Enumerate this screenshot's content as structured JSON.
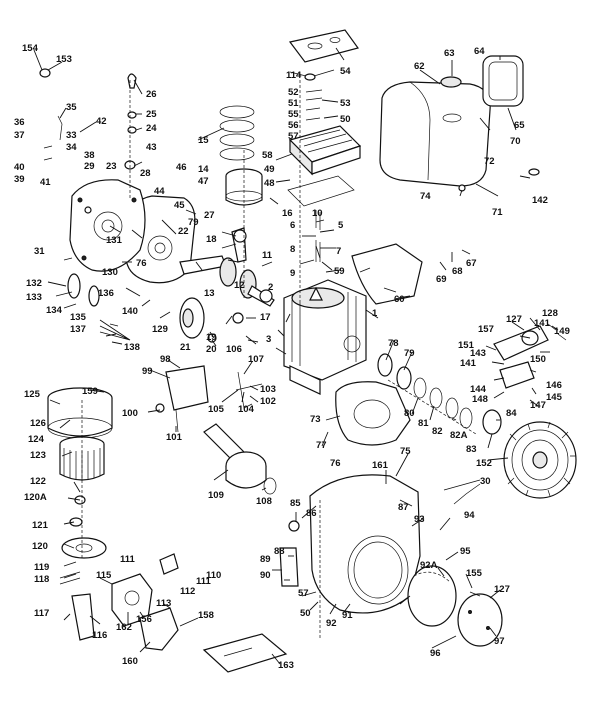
{
  "labels": [
    "154",
    "153",
    "35",
    "36",
    "37",
    "33",
    "34",
    "42",
    "38",
    "29",
    "40",
    "39",
    "41",
    "23",
    "26",
    "25",
    "24",
    "43",
    "28",
    "44",
    "46",
    "14",
    "47",
    "45",
    "27",
    "31",
    "79",
    "76",
    "22",
    "130",
    "131",
    "132",
    "133",
    "134",
    "135",
    "136",
    "137",
    "138",
    "140",
    "129",
    "13",
    "12",
    "11",
    "21",
    "20",
    "19",
    "17",
    "18",
    "106",
    "15",
    "16",
    "114",
    "52",
    "51",
    "55",
    "56",
    "57",
    "58",
    "53",
    "50",
    "49",
    "48",
    "10",
    "5",
    "6",
    "8",
    "9",
    "54",
    "2",
    "3",
    "7",
    "1",
    "59",
    "60",
    "62",
    "63",
    "64",
    "65",
    "70",
    "72",
    "74",
    "71",
    "142",
    "68",
    "67",
    "69",
    "128",
    "127",
    "141",
    "149",
    "151",
    "157",
    "143",
    "141",
    "150",
    "144",
    "145",
    "146",
    "147",
    "148",
    "84",
    "83",
    "152",
    "78",
    "79",
    "80",
    "81",
    "82",
    "82A",
    "73",
    "30",
    "75",
    "161",
    "87",
    "77",
    "76",
    "125",
    "159",
    "126",
    "124",
    "123",
    "122",
    "120A",
    "121",
    "120",
    "119",
    "118",
    "115",
    "117",
    "116",
    "162",
    "156",
    "113",
    "158",
    "160",
    "163",
    "98",
    "99",
    "100",
    "101",
    "105",
    "104",
    "103",
    "102",
    "107",
    "109",
    "108",
    "86",
    "85",
    "88",
    "89",
    "90",
    "57",
    "50",
    "92",
    "91",
    "93",
    "94",
    "95",
    "92A",
    "155",
    "127",
    "97",
    "96",
    "111",
    "112",
    "110",
    "111"
  ]
}
